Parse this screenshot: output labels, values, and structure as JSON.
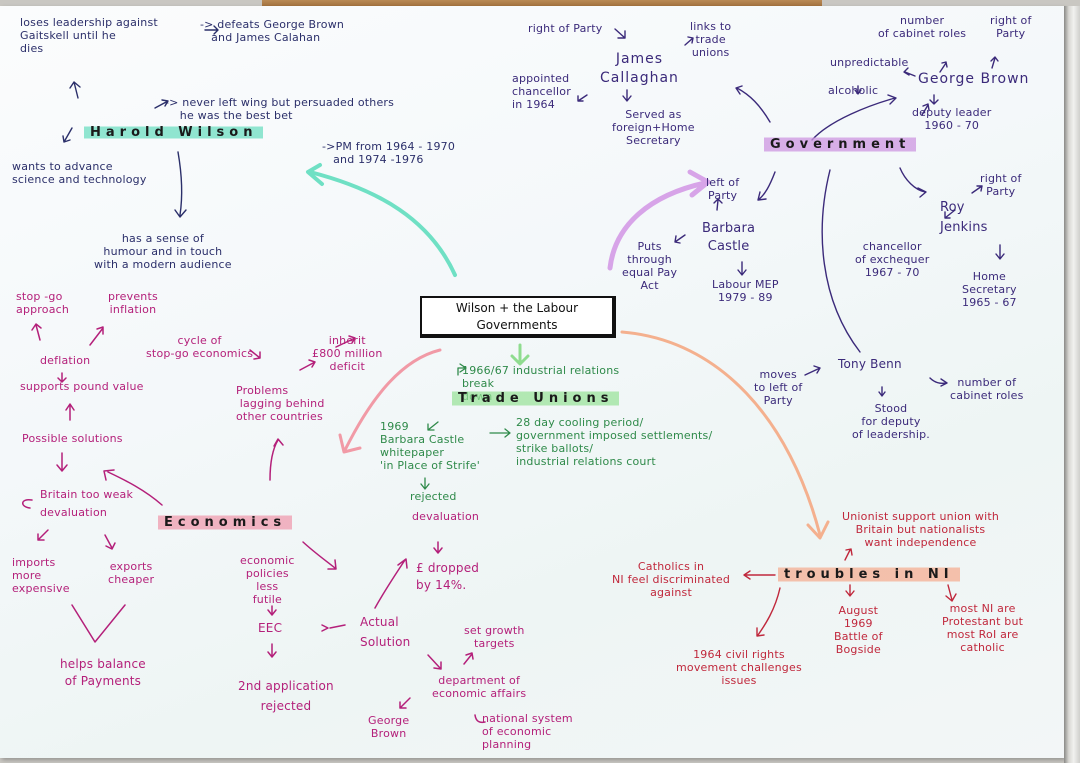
{
  "central_topic": {
    "line1": "Wilson + the Labour",
    "line2": "Governments"
  },
  "harold_wilson": {
    "title": "Harold Wilson",
    "loses_leadership": "loses leadership against\nGaitskell until he\ndies",
    "defeats": "-> defeats George Brown\n   and James Calahan",
    "never_left_wing": "-> never left wing but persuaded others\n    he was the best bet",
    "pm_from": "->PM from 1964 - 1970\n   and 1974 -1976",
    "wants_to_advance": "wants to advance\nscience and technology",
    "sense_of_humour": "has a sense of\nhumour and in touch\nwith a modern audience"
  },
  "government": {
    "title": "Government",
    "james_callaghan": {
      "name": "James\nCallaghan",
      "right_of_party": "right of Party",
      "links": "links to\ntrade\nunions",
      "appointed": "appointed\nchancellor\nin 1964",
      "served": "Served as\nforeign+Home\nSecretary"
    },
    "george_brown": {
      "name": "George Brown",
      "number_roles": "number\nof cabinet roles",
      "right_of_party": "right of\nParty",
      "unpredictable": "unpredictable",
      "alcoholic": "alcoholic",
      "deputy_leader": "deputy leader\n1960 - 70"
    },
    "barbara_castle": {
      "name": "Barbara\nCastle",
      "left_of_party": "left of\nParty",
      "equal_pay": "Puts\nthrough\nequal Pay\nAct",
      "labour_mep": "Labour MEP\n1979 - 89"
    },
    "roy_jenkins": {
      "name": "Roy\nJenkins",
      "right_of_party": "right of\nParty",
      "chancellor": "chancellor\nof exchequer\n1967 - 70",
      "home_secretary": "Home\nSecretary\n1965 - 67"
    },
    "tony_benn": {
      "name": "Tony Benn",
      "moves_left": "moves\nto left of\nParty",
      "number_roles": "number of\ncabinet roles",
      "stood_for": "Stood\nfor deputy\nof leadership."
    }
  },
  "trade_unions": {
    "title": "Trade Unions",
    "breakdown": "1966/67 industrial relations\nbreak\ndown",
    "white_paper": "1969\nBarbara Castle\nwhitepaper\n'in Place of Strife'",
    "rejected": "rejected",
    "measures": "28 day cooling period/\ngovernment imposed settlements/\nstrike ballots/\nindustrial relations court"
  },
  "economics": {
    "title": "Economics",
    "problems": "Problems\n lagging behind\nother countries",
    "inherit": "inherit\n£800 million\ndeficit",
    "cycle": "cycle of\nstop-go economics",
    "stop_go": "stop -go\napproach",
    "prevents_inflation": "prevents\ninflation",
    "deflation": "deflation",
    "supports_pound": "supports pound value",
    "possible_solutions": "Possible solutions",
    "britain_weak": "Britain too weak",
    "devaluation_left": "devaluation",
    "imports": "imports\nmore\nexpensive",
    "exports": "exports\ncheaper",
    "balance": "helps balance\nof Payments",
    "devaluation_mid": "devaluation",
    "pound_dropped": "£ dropped\nby 14%.",
    "actual_solution": "Actual\nSolution",
    "eec": "EEC",
    "eec_policies": "economic\npolicies\nless\nfutile",
    "second_application": "2nd application\nrejected",
    "growth_targets": "set growth\ntargets",
    "dea": "department of\neconomic affairs",
    "george_brown": "George\nBrown",
    "national_system": "national system\nof economic\nplanning"
  },
  "troubles_ni": {
    "title": "troubles in NI",
    "unionist": "Unionist support union with\nBritain but nationalists\nwant independence",
    "catholics": "Catholics in\nNI feel discriminated\nagainst",
    "civil_rights": "1964 civil rights\nmovement challenges\nissues",
    "bogside": "August\n1969\nBattle of\nBogside",
    "protestant": "most NI are\nProtestant but\nmost RoI are\ncatholic"
  },
  "colors": {
    "wilson_highlight": "#64dcbe",
    "government_highlight": "#cd96e1",
    "economics_highlight": "#f096aa",
    "trade_unions_highlight": "#96e196",
    "troubles_highlight": "#f5aa8c",
    "economics_ink": "#b4207a",
    "trade_unions_ink": "#2f8a4a",
    "troubles_ink": "#c0283c",
    "government_ink": "#3b2a7a"
  }
}
